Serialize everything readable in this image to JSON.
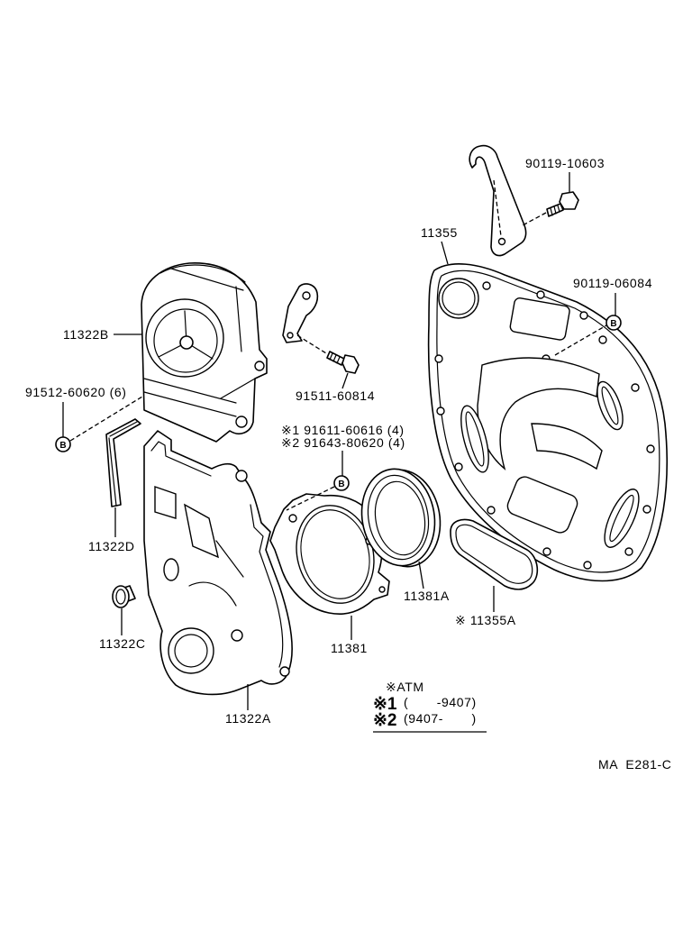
{
  "diagram": {
    "callouts": {
      "bolt_upper": "90119-10603",
      "end_plate": "11355",
      "bolt_plate": "90119-06084",
      "cover_no2": "11322B",
      "bolt_cover": "91512-60620 (6)",
      "bolt_bracket": "91511-60814",
      "bolt_alt1": "※1 91611-60616 (4)",
      "bolt_alt2": "※2 91643-80620 (4)",
      "gasket_d": "11322D",
      "seal_a": "11381A",
      "plate_cover": "※ 11355A",
      "plug_c": "11322C",
      "retainer": "11381",
      "cover_no1": "11322A"
    },
    "marker": "B",
    "notes": {
      "atm": "※ATM",
      "n1_mark": "※1",
      "n1_range": "(       -9407)",
      "n2_mark": "※2",
      "n2_range": "(9407-       )"
    },
    "figure_code": "MA  E281-C"
  }
}
